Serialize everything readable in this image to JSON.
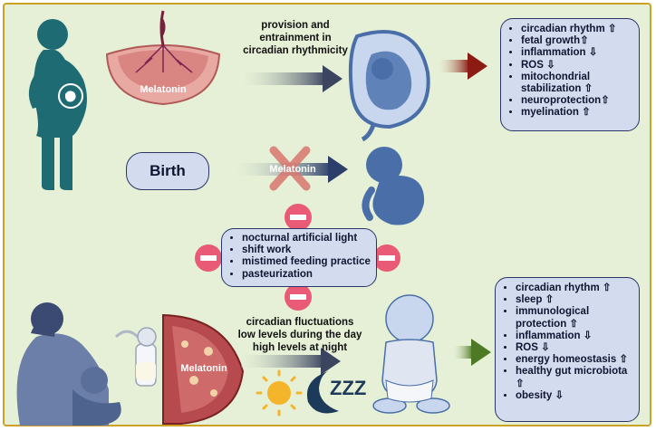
{
  "top_arrow_text": [
    "provision and",
    "entrainment in",
    "circadian rhythmicity"
  ],
  "placenta_label": "Melatonin",
  "fetal_effects": [
    "circadian rhythm ⇧",
    "fetal growth⇧",
    "inflammation ⇩",
    "ROS ⇩",
    "mitochondrial stabilization ⇧",
    "neuroprotection⇧",
    "myelination ⇧"
  ],
  "birth_label": "Birth",
  "birth_arrow_label": "Melatonin",
  "disruptors": [
    "nocturnal artificial light",
    "shift work",
    "mistimed feeding practice",
    "pasteurization"
  ],
  "breast_label": "Melatonin",
  "milk_arrow_text": [
    "circadian fluctuations",
    "low levels during the day",
    "high levels at night"
  ],
  "zzz_label": "ZZZ",
  "infant_effects": [
    "circadian rhythm ⇧",
    "sleep ⇧",
    "immunological protection ⇧",
    "inflammation ⇩",
    "ROS ⇩",
    "energy homeostasis ⇧",
    "healthy gut microbiota ⇧",
    "obesity ⇩"
  ],
  "colors": {
    "background": "#e6f0d6",
    "frame": "#c9a227",
    "box_fill": "#d3dbef",
    "box_border": "#2b3566",
    "silhouette": "#1f6b73",
    "fetus": "#4a6fa8",
    "arrow_dark": "#3c4560",
    "arrow_red": "#8c1c13",
    "arrow_green": "#4e7a25",
    "inhibit": "#e85a75",
    "cross": "#d9776e"
  }
}
